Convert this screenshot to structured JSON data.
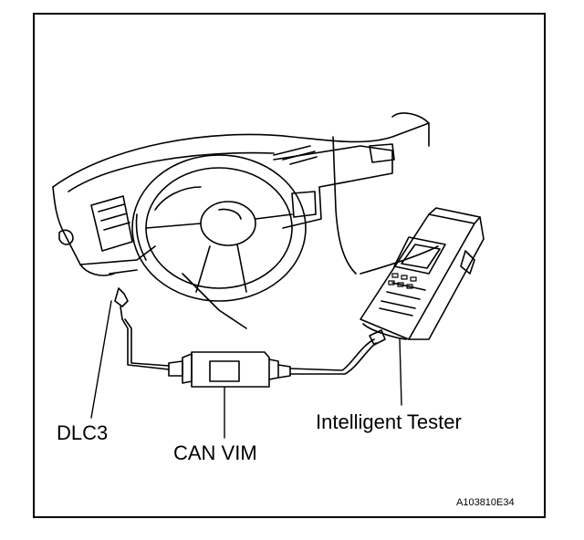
{
  "labels": {
    "dlc3": "DLC3",
    "can_vim": "CAN VIM",
    "intelligent_tester": "Intelligent Tester",
    "figure_code": "A103810E34"
  }
}
